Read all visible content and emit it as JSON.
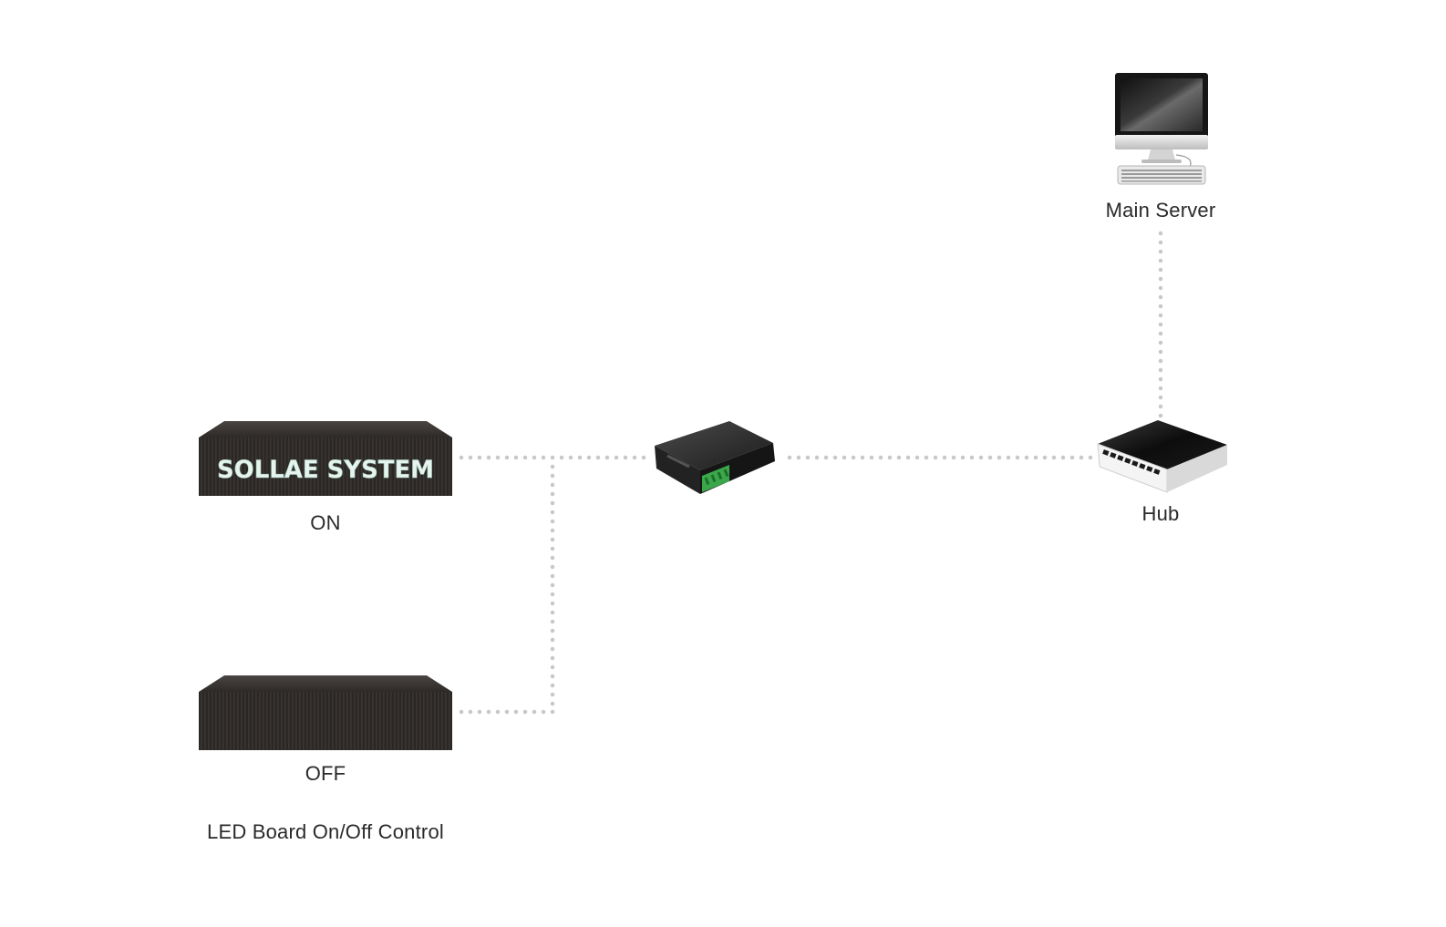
{
  "diagram": {
    "devices": {
      "main_server": {
        "label": "Main Server",
        "icon": "desktop-computer-icon"
      },
      "hub": {
        "label": "Hub",
        "icon": "network-hub-icon"
      },
      "converter": {
        "icon": "serial-ethernet-converter-icon"
      },
      "led_board_on": {
        "label": "ON",
        "display_text": "SOLLAE SYSTEM",
        "icon": "led-board-icon"
      },
      "led_board_off": {
        "label": "OFF",
        "icon": "led-board-icon"
      }
    },
    "caption": "LED Board On/Off Control",
    "colors": {
      "connector": "#c8c8c8",
      "led_text": "#e6f3ee",
      "board_body": "#2b2725"
    }
  }
}
